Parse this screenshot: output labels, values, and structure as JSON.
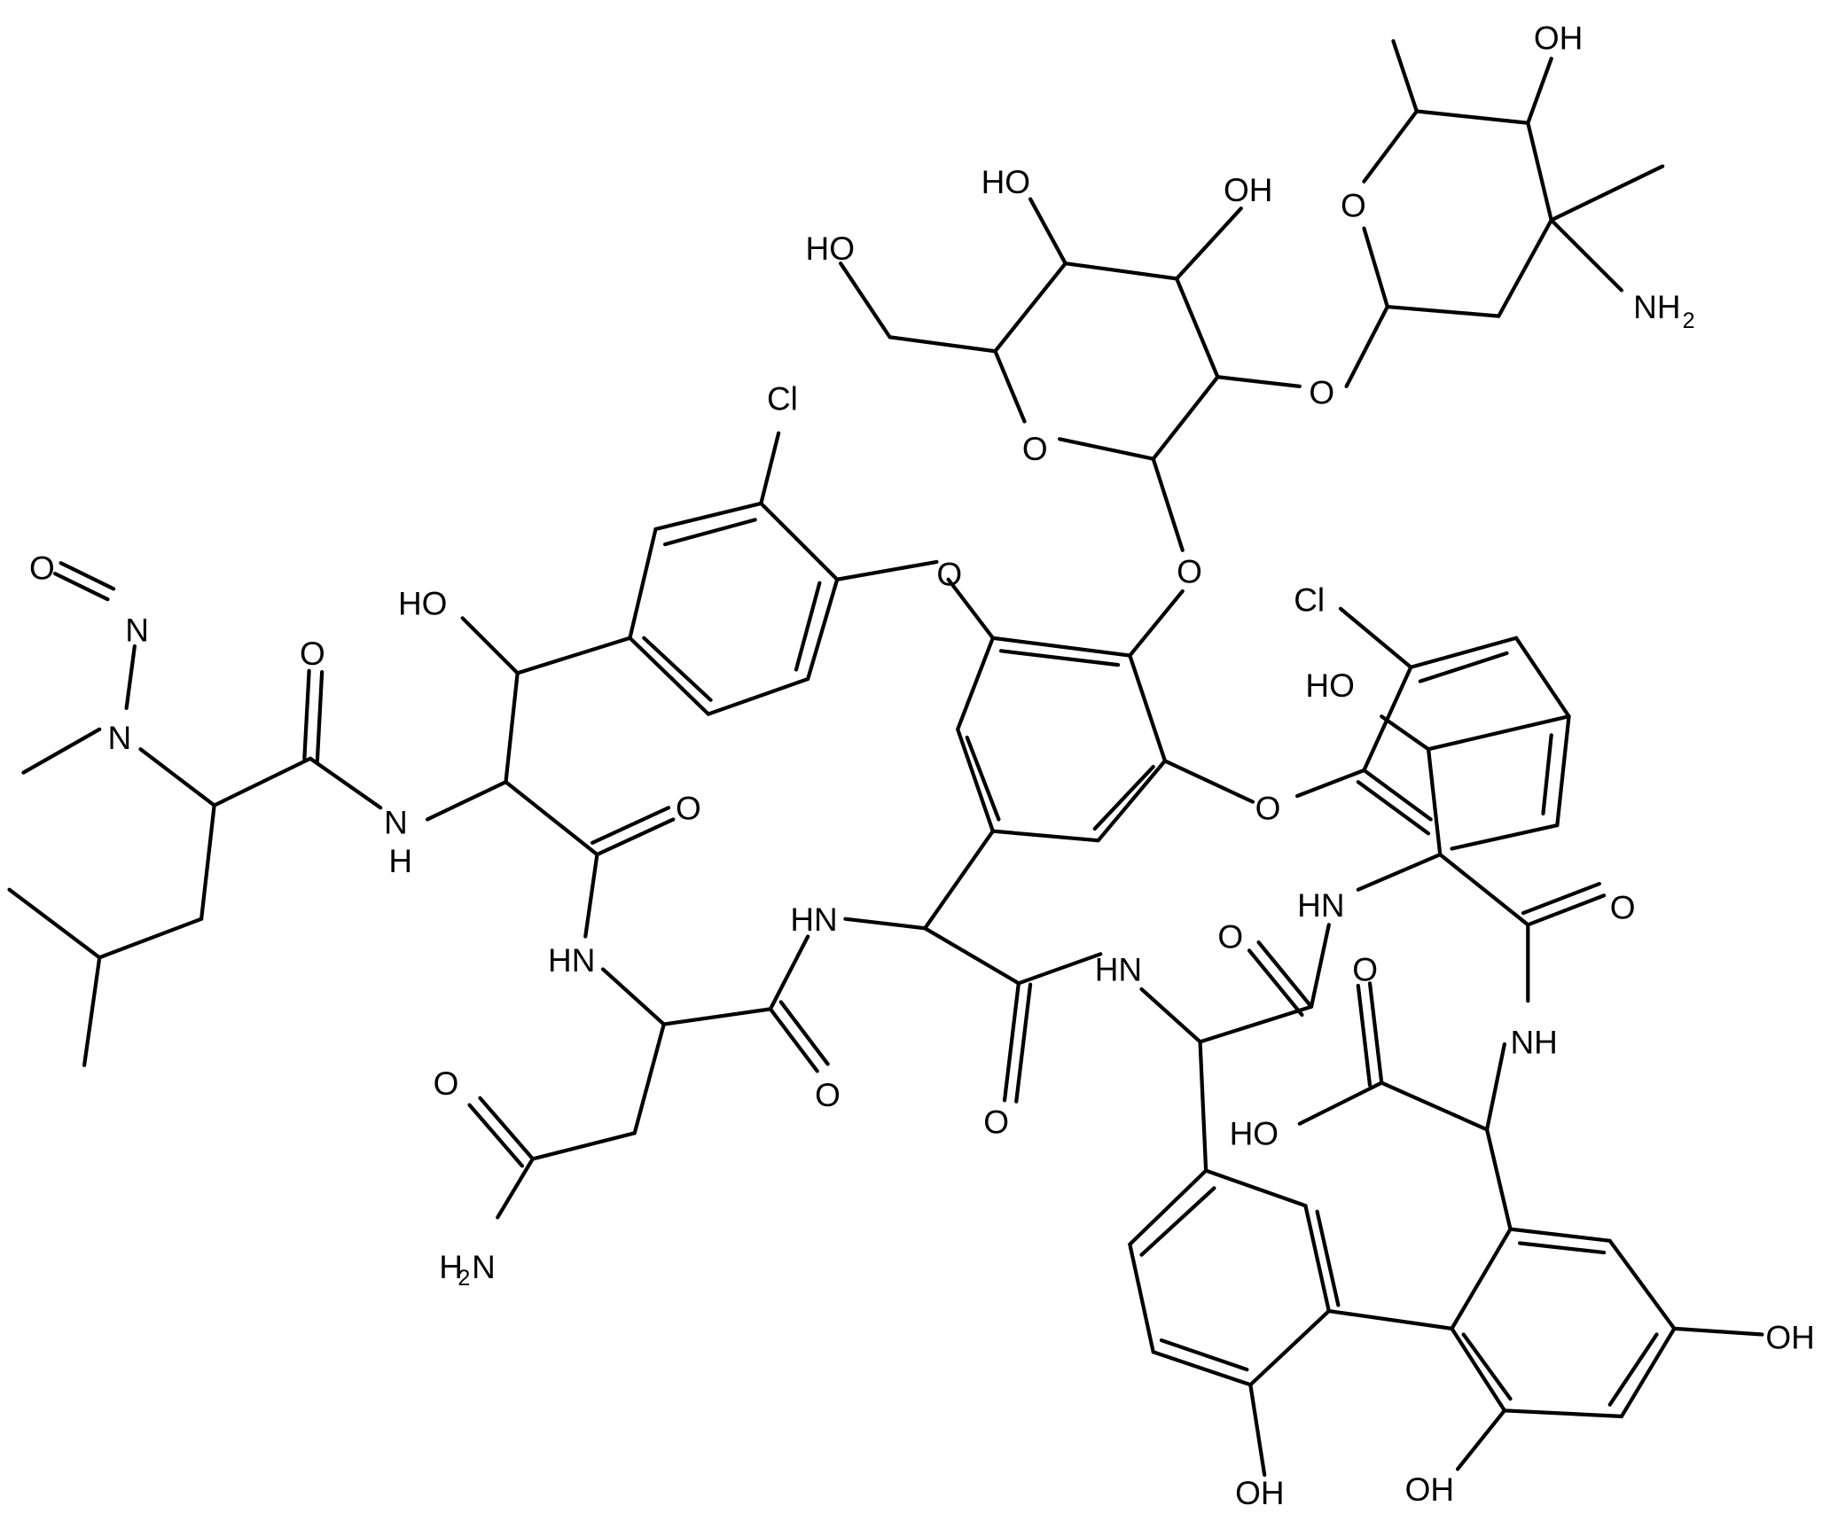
{
  "diagram": {
    "type": "chemical-structure",
    "description": "N-nitroso vancomycin-type glycopeptide skeletal formula",
    "atoms": {
      "o_nitroso": "O",
      "n_nitroso": "N",
      "n_methyl": "N",
      "o_amide1": "O",
      "nh_1": "N",
      "h_1": "H",
      "ho_benzylic": "HO",
      "o_amide2": "O",
      "hn_2": "HN",
      "o_amide3": "O",
      "o_amide4": "O",
      "h2n_asn": "H",
      "n_asn": "N",
      "sub2_asn": "2",
      "cl_1": "Cl",
      "o_ether_left": "O",
      "o_ether_glyco": "O",
      "o_ether_right": "O",
      "hn_3": "HN",
      "o_amide5": "O",
      "hn_4": "HN",
      "o_amide6": "O",
      "hn_5": "HN",
      "cl_2": "Cl",
      "ho_2": "HO",
      "o_amide7": "O",
      "nh_6": "NH",
      "o_acid": "O",
      "ho_acid": "HO",
      "oh_ar1": "OH",
      "oh_ar2": "OH",
      "oh_ar3": "OH",
      "ho_glc_ch2": "HO",
      "ho_glc_4": "HO",
      "oh_glc_3": "OH",
      "o_glc_ring": "O",
      "o_glyco_link": "O",
      "o_van_ring": "O",
      "oh_van": "OH",
      "nh2_van": "NH",
      "sub2_van": "2"
    }
  }
}
